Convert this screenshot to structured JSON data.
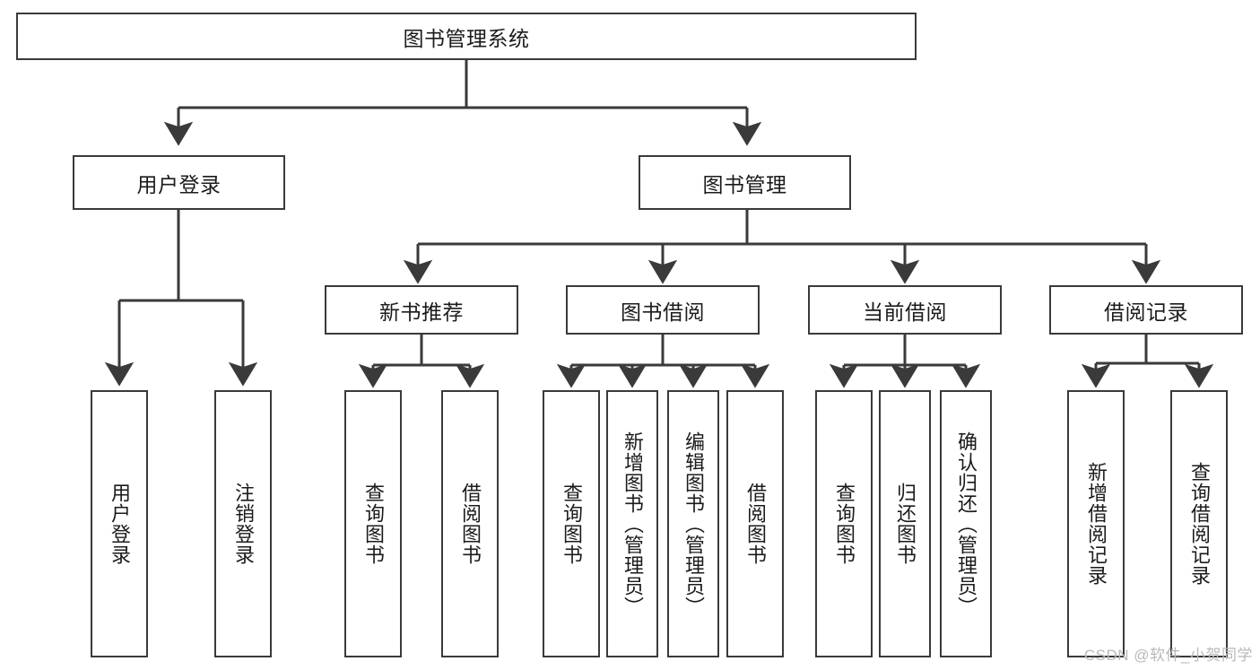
{
  "diagram": {
    "title": "图书管理系统",
    "type": "tree-hierarchy",
    "colors": {
      "box_border": "#3a3a3a",
      "box_fill": "#ffffff",
      "edge": "#3a3a3a",
      "text": "#1b1b1b",
      "watermark": "#b9b9b9",
      "background": "#ffffff"
    },
    "root": {
      "label": "图书管理系统"
    },
    "level2": [
      {
        "label": "用户登录"
      },
      {
        "label": "图书管理"
      }
    ],
    "level3": [
      {
        "label": "新书推荐"
      },
      {
        "label": "图书借阅"
      },
      {
        "label": "当前借阅"
      },
      {
        "label": "借阅记录"
      }
    ],
    "leaves": {
      "user_login": [
        {
          "label": "用户登录"
        },
        {
          "label": "注销登录"
        }
      ],
      "new_book_recommend": [
        {
          "label": "查询图书"
        },
        {
          "label": "借阅图书"
        }
      ],
      "book_borrow": [
        {
          "label": "查询图书"
        },
        {
          "label": "新增图书（管理员）"
        },
        {
          "label": "编辑图书（管理员）"
        },
        {
          "label": "借阅图书"
        }
      ],
      "current_borrow": [
        {
          "label": "查询图书"
        },
        {
          "label": "归还图书"
        },
        {
          "label": "确认归还（管理员）"
        }
      ],
      "borrow_record": [
        {
          "label": "新增借阅记录"
        },
        {
          "label": "查询借阅记录"
        }
      ]
    }
  },
  "watermark": {
    "text": "CSDN @软件_小贺同学"
  }
}
